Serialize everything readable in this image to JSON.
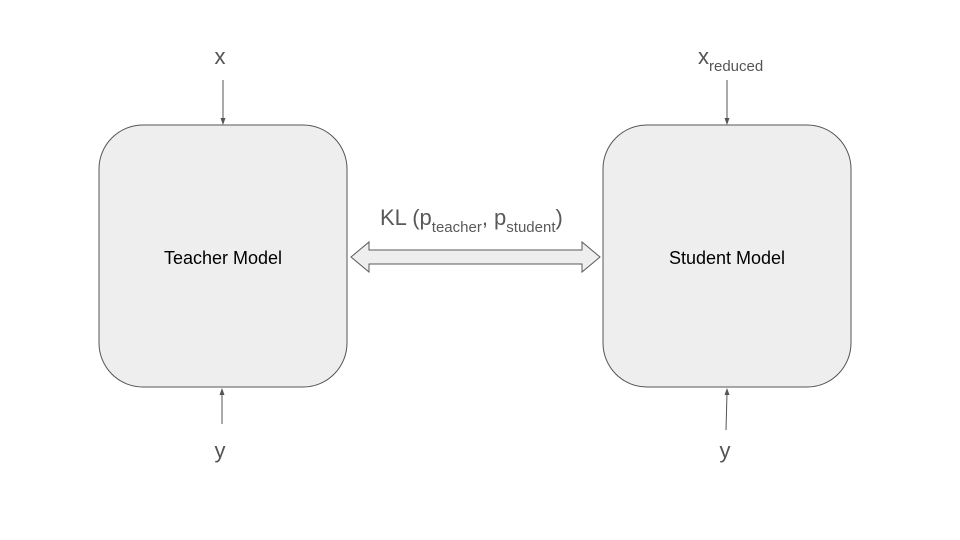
{
  "teacher": {
    "label": "Teacher Model",
    "input_label": "x",
    "target_label": "y"
  },
  "student": {
    "label": "Student Model",
    "input_label": "x",
    "input_subscript": "reduced",
    "target_label": "y"
  },
  "kl": {
    "prefix": "KL (p",
    "teacher_sub": "teacher",
    "separator": ", p",
    "student_sub": "student",
    "suffix": ")"
  },
  "colors": {
    "box_fill": "#eeeeee",
    "stroke": "#555555",
    "text": "#555555"
  }
}
